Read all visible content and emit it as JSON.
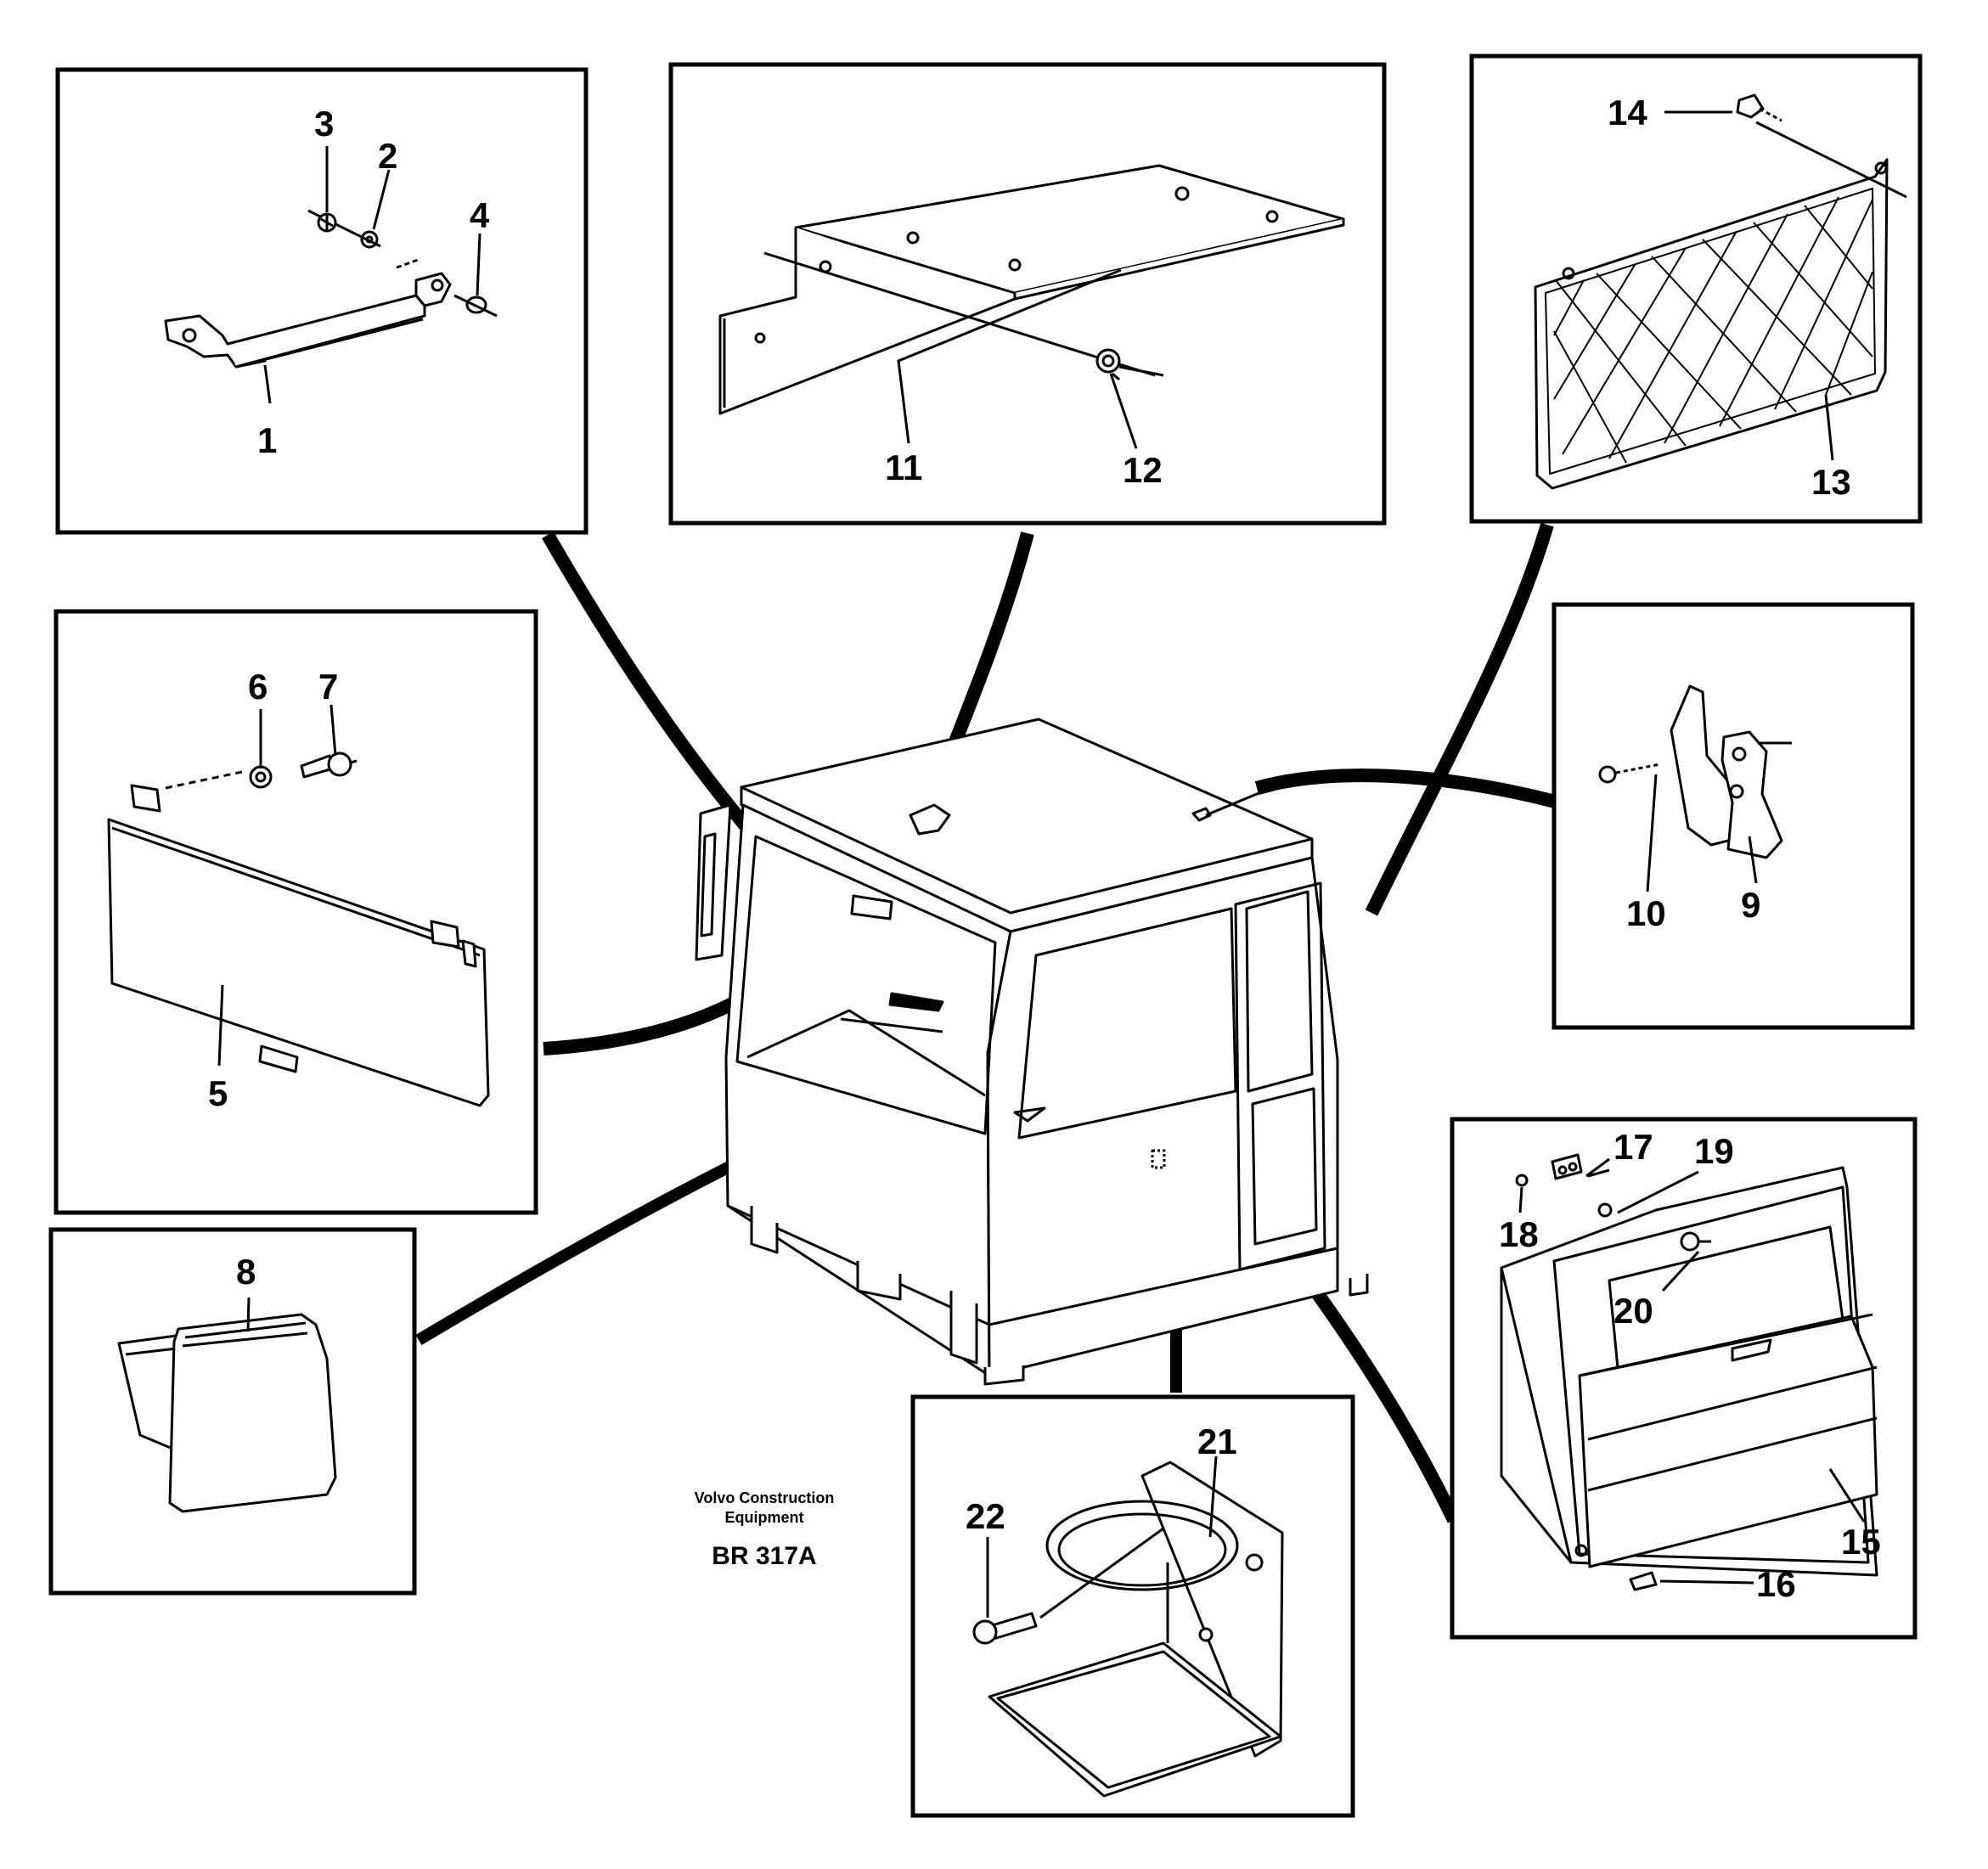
{
  "document": {
    "maker_line1": "Volvo Construction",
    "maker_line2": "Equipment",
    "drawing_code": "BR 317A"
  },
  "callouts": {
    "c1": "1",
    "c2": "2",
    "c3": "3",
    "c4": "4",
    "c5": "5",
    "c6": "6",
    "c7": "7",
    "c8": "8",
    "c9": "9",
    "c10": "10",
    "c11": "11",
    "c12": "12",
    "c13": "13",
    "c14": "14",
    "c15": "15",
    "c16": "16",
    "c17": "17",
    "c18": "18",
    "c19": "19",
    "c20": "20",
    "c21": "21",
    "c22": "22"
  }
}
